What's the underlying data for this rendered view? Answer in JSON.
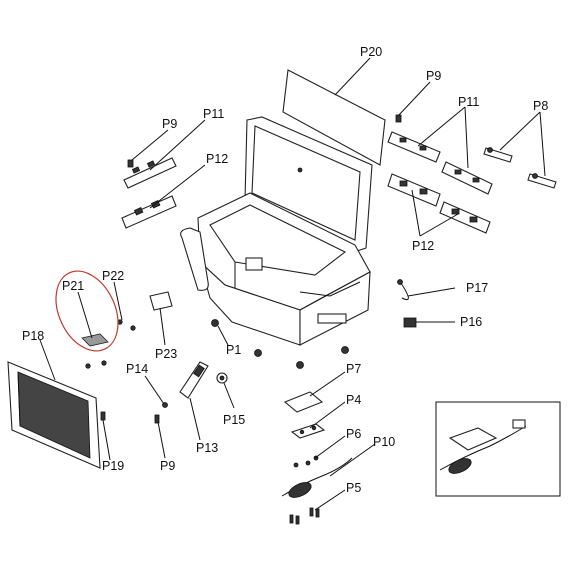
{
  "labels": {
    "p1": "P1",
    "p4": "P4",
    "p5": "P5",
    "p6": "P6",
    "p7": "P7",
    "p8": "P8",
    "p9_top_left": "P9",
    "p9_top_right": "P9",
    "p9_bottom": "P9",
    "p10": "P10",
    "p11_left": "P11",
    "p11_right": "P11",
    "p12_left": "P12",
    "p12_right": "P12",
    "p13": "P13",
    "p14": "P14",
    "p15": "P15",
    "p16": "P16",
    "p17": "P17",
    "p18": "P18",
    "p19": "P19",
    "p20": "P20",
    "p21": "P21",
    "p22": "P22",
    "p23": "P23"
  },
  "highlight_color": "#c0392b"
}
